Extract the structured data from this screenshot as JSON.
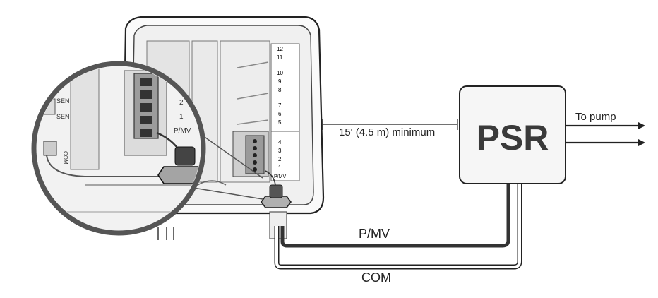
{
  "diagram": {
    "psr_box_label": "PSR",
    "distance_label": "15' (4.5 m) minimum",
    "pump_label": "To pump",
    "wire_pmv_label": "P/MV",
    "wire_com_label": "COM",
    "terminals_right": [
      "12",
      "11",
      "10",
      "9",
      "8",
      "7",
      "6",
      "5",
      "4",
      "3",
      "2",
      "1",
      "P/MV"
    ],
    "terminals_magnified": [
      "SEN",
      "SEN",
      "2",
      "1",
      "P/MV",
      "COM"
    ],
    "colors": {
      "line": "#222222",
      "wire_pmv": "#333333",
      "box_fill": "#f6f6f6",
      "psr_text": "#3a3a3a"
    }
  }
}
